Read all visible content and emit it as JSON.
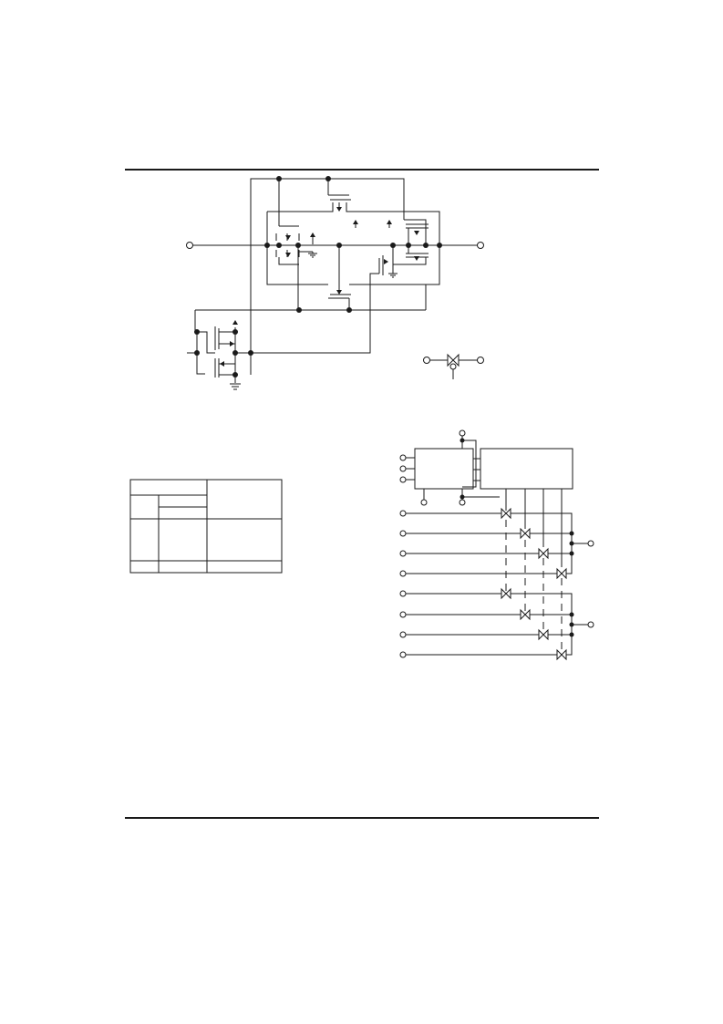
{
  "page": {
    "title": "",
    "caption": ""
  },
  "figures": [
    {
      "id": "cmos-switch-circuit",
      "labels": []
    },
    {
      "id": "switch-symbol",
      "labels": []
    },
    {
      "id": "truth-table",
      "labels": []
    },
    {
      "id": "block-diagram",
      "labels": []
    }
  ]
}
